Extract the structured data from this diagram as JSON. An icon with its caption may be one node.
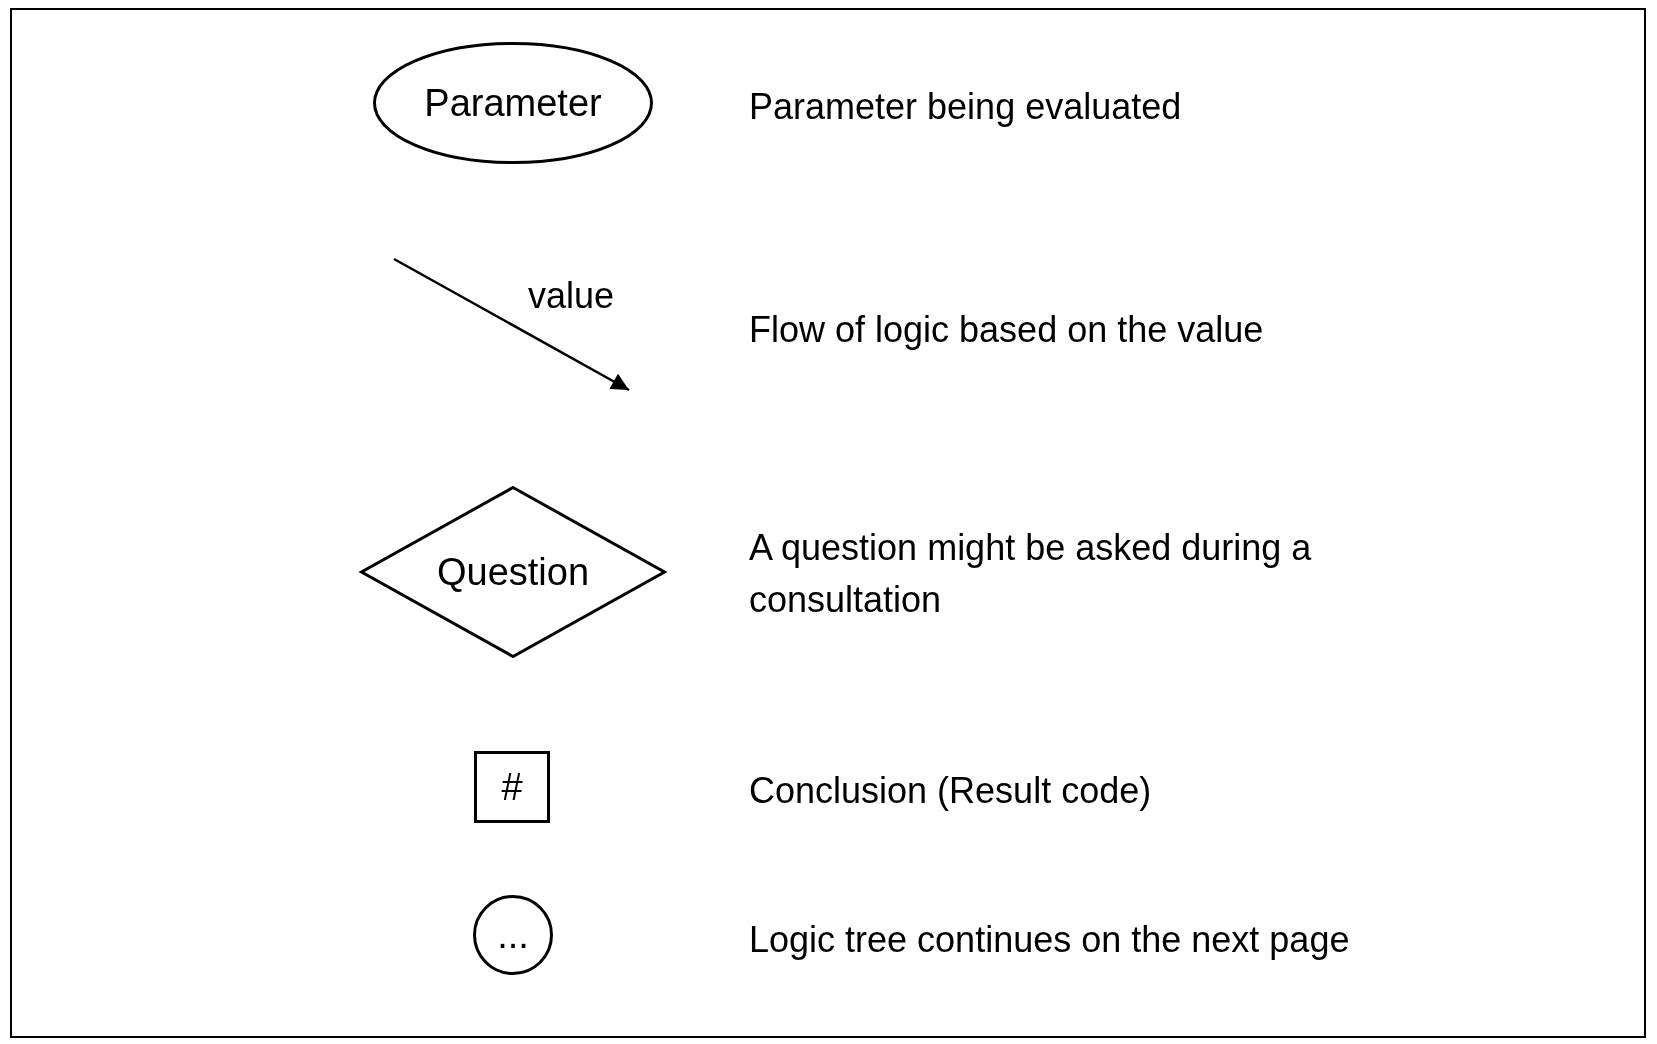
{
  "diagram": {
    "nodes": [
      {
        "text": [
          "Parameter"
        ]
      },
      {
        "text": [
          "Question"
        ]
      },
      {
        "text": [
          "#"
        ]
      },
      {
        "text": [
          "..."
        ]
      }
    ],
    "labels": [
      "value"
    ],
    "legend": [
      {
        "text": "Parameter being evaluated"
      },
      {
        "text": "Flow of logic based on the value"
      },
      {
        "text": "A question might be asked during a consultation"
      },
      {
        "text": "Conclusion (Result code)"
      },
      {
        "text": "Logic tree continues on the next page"
      }
    ]
  }
}
